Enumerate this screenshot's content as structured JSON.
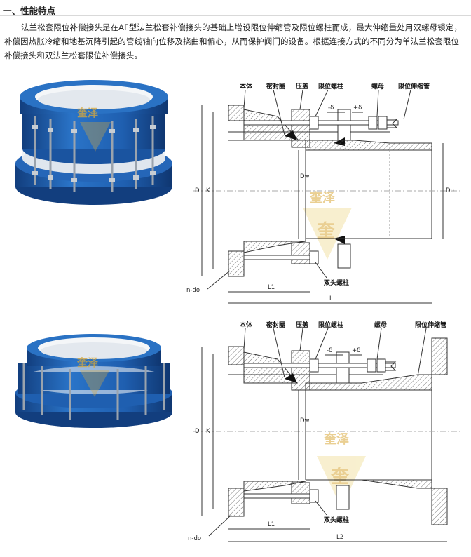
{
  "section": {
    "heading": "一、性能特点"
  },
  "intro": {
    "text": "法兰松套限位补偿接头是在AF型法兰松套补偿接头的基础上增设限位伸缩管及限位螺柱而成，最大伸缩量处用双螺母锁定，补偿因热胀冷缩和地基沉降引起的管线轴向位移及挠曲和偏心，从而保护阀门的设备。根据连接方式的不同分为单法兰松套限位补偿接头和双法兰松套限位补偿接头。"
  },
  "watermark": {
    "brand": "奎泽",
    "glyph": "奎"
  },
  "drawing_top": {
    "labels": {
      "body": "本体",
      "seal": "密封圈",
      "gland": "压盖",
      "limit_bolt": "限位螺柱",
      "nut": "螺母",
      "limit_tube": "限位伸缩管",
      "stud": "双头螺柱"
    },
    "dims": {
      "minus_delta": "-δ",
      "plus_delta": "+δ",
      "D": "D",
      "K": "K",
      "Dw": "Dw",
      "Do": "Do",
      "L1": "L1",
      "L": "L",
      "ndo": "n-do"
    }
  },
  "drawing_bottom": {
    "labels": {
      "body": "本体",
      "seal": "密封圈",
      "gland": "压盖",
      "limit_bolt": "限位螺柱",
      "nut": "螺母",
      "limit_tube": "限位伸缩管",
      "stud": "双头螺柱"
    },
    "dims": {
      "minus_delta": "-δ",
      "plus_delta": "+δ",
      "D": "D",
      "K": "K",
      "Dw": "Dw",
      "L1": "L1",
      "L2": "L2",
      "ndo": "n-do"
    }
  },
  "colors": {
    "blue": "#1f5fb0",
    "dark_blue": "#123e7e",
    "white_liner": "#f4f6f8",
    "watermark": "#d9a93a"
  }
}
